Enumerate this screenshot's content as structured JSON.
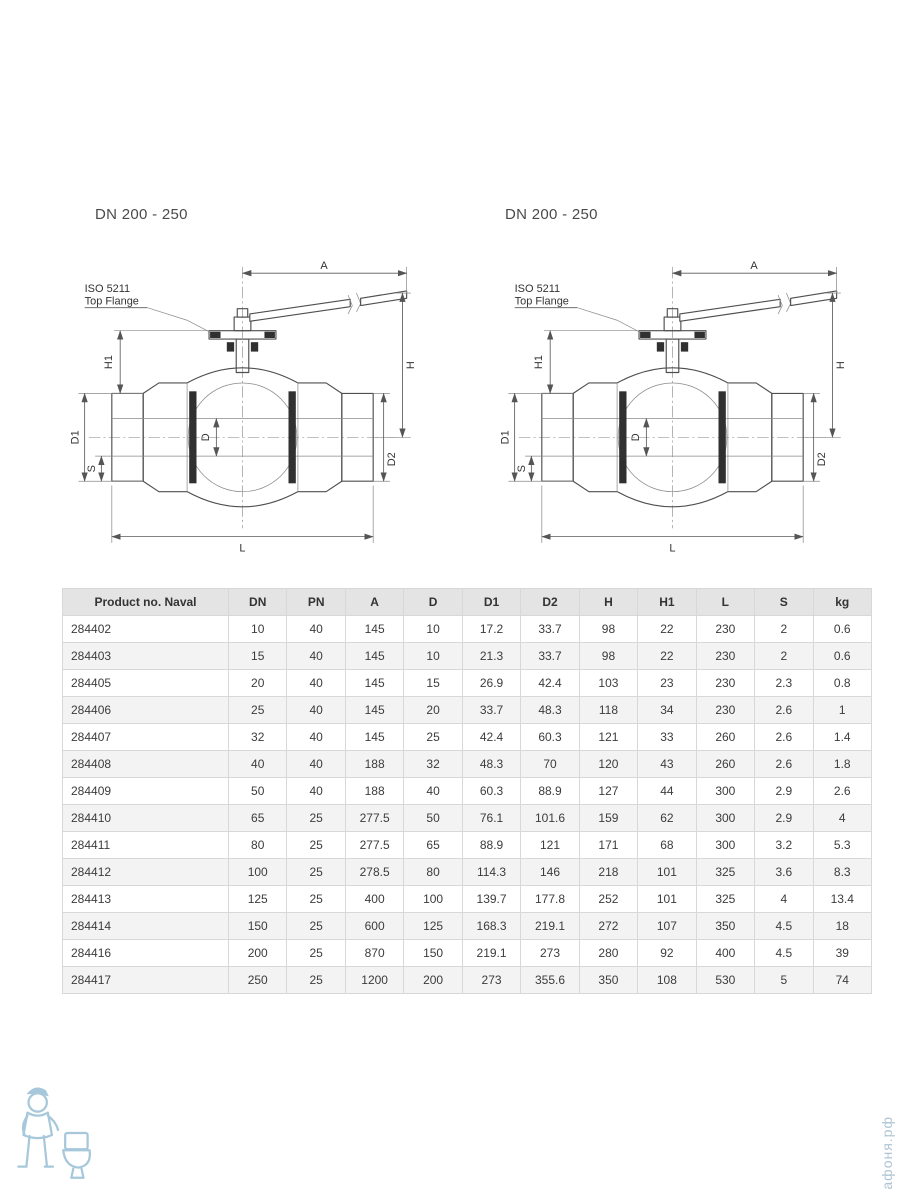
{
  "page": {
    "titles": {
      "left": "DN 200 - 250",
      "right": "DN 200 - 250"
    },
    "watermark": "афоня.рф"
  },
  "drawing": {
    "iso_line1": "ISO 5211",
    "iso_line2": "Top Flange",
    "dims": {
      "A": "A",
      "H": "H",
      "H1": "H1",
      "D": "D",
      "D1": "D1",
      "D2": "D2",
      "S": "S",
      "L": "L"
    }
  },
  "table": {
    "headers": [
      "Product no. Naval",
      "DN",
      "PN",
      "A",
      "D",
      "D1",
      "D2",
      "H",
      "H1",
      "L",
      "S",
      "kg"
    ],
    "rows": [
      [
        "284402",
        "10",
        "40",
        "145",
        "10",
        "17.2",
        "33.7",
        "98",
        "22",
        "230",
        "2",
        "0.6"
      ],
      [
        "284403",
        "15",
        "40",
        "145",
        "10",
        "21.3",
        "33.7",
        "98",
        "22",
        "230",
        "2",
        "0.6"
      ],
      [
        "284405",
        "20",
        "40",
        "145",
        "15",
        "26.9",
        "42.4",
        "103",
        "23",
        "230",
        "2.3",
        "0.8"
      ],
      [
        "284406",
        "25",
        "40",
        "145",
        "20",
        "33.7",
        "48.3",
        "118",
        "34",
        "230",
        "2.6",
        "1"
      ],
      [
        "284407",
        "32",
        "40",
        "145",
        "25",
        "42.4",
        "60.3",
        "121",
        "33",
        "260",
        "2.6",
        "1.4"
      ],
      [
        "284408",
        "40",
        "40",
        "188",
        "32",
        "48.3",
        "70",
        "120",
        "43",
        "260",
        "2.6",
        "1.8"
      ],
      [
        "284409",
        "50",
        "40",
        "188",
        "40",
        "60.3",
        "88.9",
        "127",
        "44",
        "300",
        "2.9",
        "2.6"
      ],
      [
        "284410",
        "65",
        "25",
        "277.5",
        "50",
        "76.1",
        "101.6",
        "159",
        "62",
        "300",
        "2.9",
        "4"
      ],
      [
        "284411",
        "80",
        "25",
        "277.5",
        "65",
        "88.9",
        "121",
        "171",
        "68",
        "300",
        "3.2",
        "5.3"
      ],
      [
        "284412",
        "100",
        "25",
        "278.5",
        "80",
        "114.3",
        "146",
        "218",
        "101",
        "325",
        "3.6",
        "8.3"
      ],
      [
        "284413",
        "125",
        "25",
        "400",
        "100",
        "139.7",
        "177.8",
        "252",
        "101",
        "325",
        "4",
        "13.4"
      ],
      [
        "284414",
        "150",
        "25",
        "600",
        "125",
        "168.3",
        "219.1",
        "272",
        "107",
        "350",
        "4.5",
        "18"
      ],
      [
        "284416",
        "200",
        "25",
        "870",
        "150",
        "219.1",
        "273",
        "280",
        "92",
        "400",
        "4.5",
        "39"
      ],
      [
        "284417",
        "250",
        "25",
        "1200",
        "200",
        "273",
        "355.6",
        "350",
        "108",
        "530",
        "5",
        "74"
      ]
    ]
  }
}
